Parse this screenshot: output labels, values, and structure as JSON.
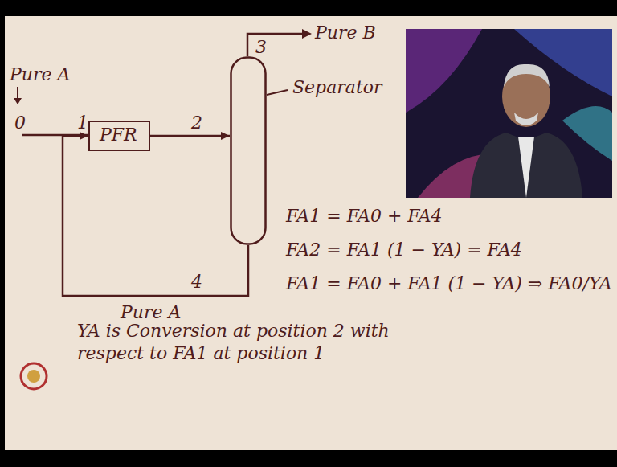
{
  "diagram": {
    "nodes": [
      {
        "text": [
          "PFR"
        ]
      },
      {
        "text": [
          "Separator"
        ]
      }
    ],
    "edges": [
      {
        "from": 0,
        "to": 1,
        "arrow": "to"
      },
      {
        "from": 1,
        "to": 0,
        "arrow": "to"
      }
    ],
    "labels": [
      "Pure A",
      "0",
      "1",
      "2",
      "3",
      "Pure B",
      "4",
      "Pure A",
      "FA1 = FA0 + FA4",
      "FA2 = FA1 (1 − YA) = FA4",
      "FA1 = FA0 + FA1 (1 − YA) ⇒ FA0/YA",
      "YA is Conversion at position 2 with respect to FA1 at position 1"
    ]
  }
}
